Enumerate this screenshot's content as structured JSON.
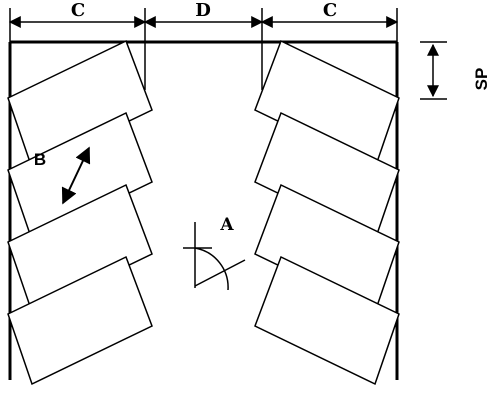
{
  "labels": {
    "c_left": "C",
    "d_center": "D",
    "c_right": "C",
    "sp": "SP",
    "b": "B",
    "a": "A"
  },
  "colors": {
    "stroke": "#000000",
    "background": "#ffffff"
  }
}
